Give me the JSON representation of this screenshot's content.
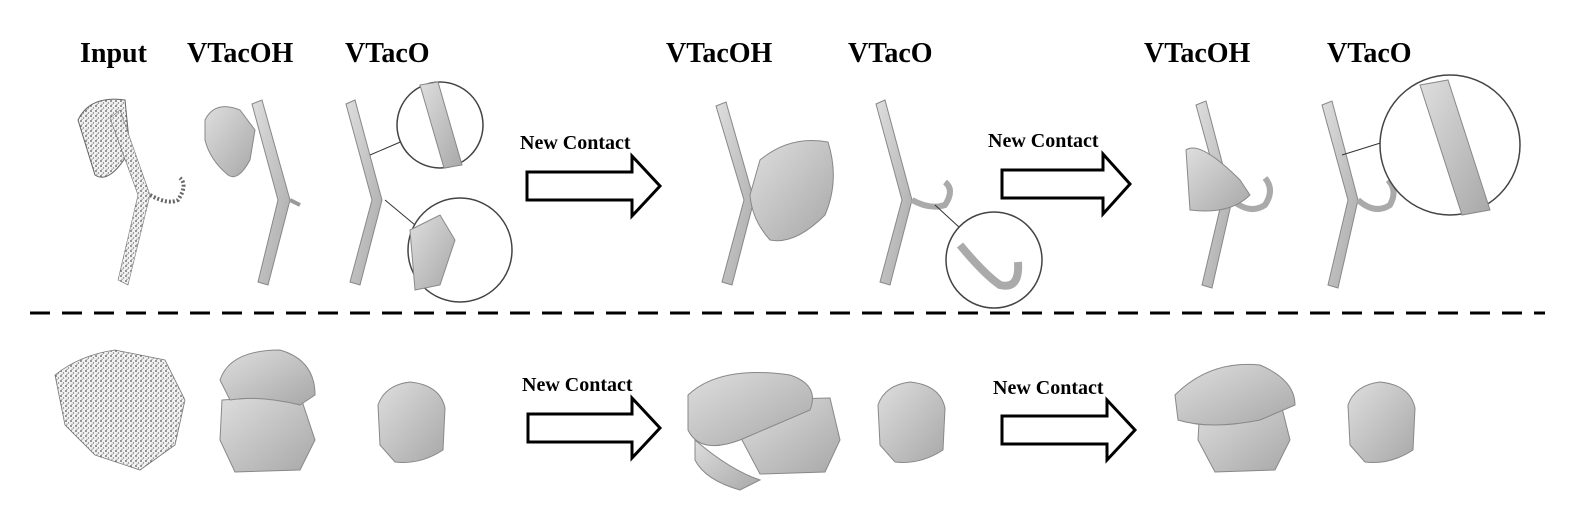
{
  "headers": {
    "input": "Input",
    "g1_vtacoh": "VTacOH",
    "g1_vtaco": "VTacO",
    "g2_vtacoh": "VTacOH",
    "g2_vtaco": "VTacO",
    "g3_vtacoh": "VTacOH",
    "g3_vtaco": "VTacO"
  },
  "arrows": {
    "top_1": "New Contact",
    "top_2": "New Contact",
    "bottom_1": "New Contact",
    "bottom_2": "New Contact"
  },
  "colors": {
    "mesh_fill": "#c9c9c9",
    "mesh_shadow": "#9a9a9a",
    "point_cloud": "#555555",
    "arrow_stroke": "#000000",
    "divider": "#000000"
  }
}
